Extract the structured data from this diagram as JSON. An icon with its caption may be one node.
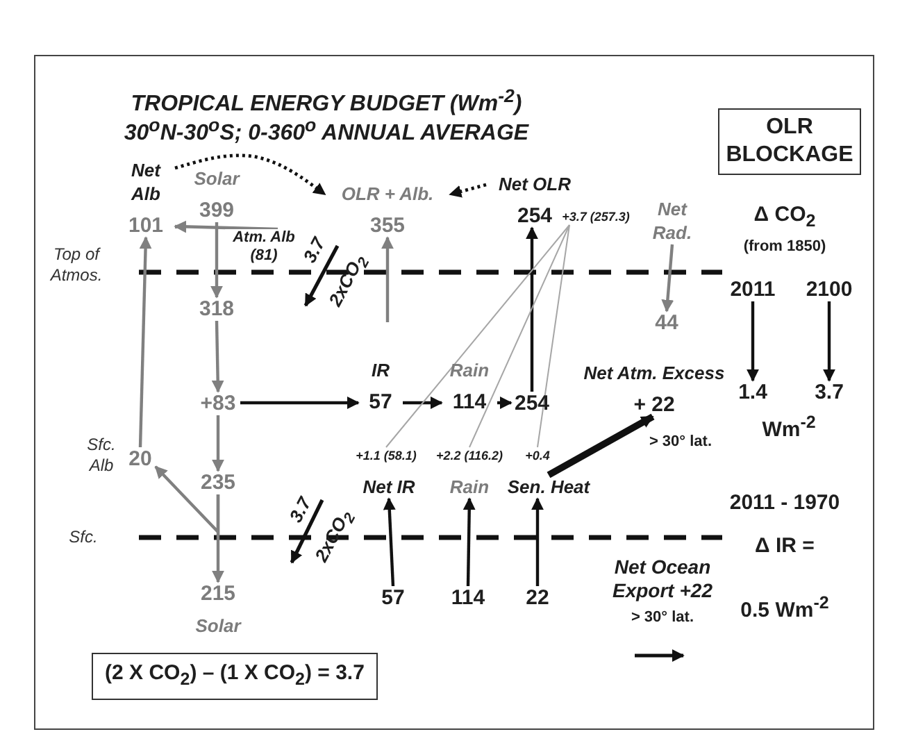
{
  "diagram": {
    "title": "TROPICAL ENERGY BUDGET (Wm$^{-2}$)",
    "nodes": [
      {
        "text": [
          "Net Alb",
          "101"
        ]
      },
      {
        "text": [
          "Solar",
          "399"
        ]
      },
      {
        "text": [
          "Atm. Alb (81)"
        ]
      },
      {
        "text": [
          "OLR + Alb.",
          "355"
        ]
      },
      {
        "text": [
          "Net OLR",
          "254"
        ]
      },
      {
        "text": [
          "+3.7 (257.3)"
        ]
      },
      {
        "text": [
          "Net Rad."
        ]
      },
      {
        "text": [
          "44"
        ]
      },
      {
        "text": [
          "318"
        ]
      },
      {
        "text": [
          "IR",
          "57"
        ]
      },
      {
        "text": [
          "Rain",
          "114"
        ]
      },
      {
        "text": [
          "254"
        ]
      },
      {
        "text": [
          "Net Atm. Excess",
          "+ 22"
        ],
        "beside": [
          "> 30° lat."
        ]
      },
      {
        "text": [
          "+83"
        ]
      },
      {
        "text": [
          "20"
        ],
        "beside": [
          "Sfc. Alb"
        ]
      },
      {
        "text": [
          "235"
        ]
      },
      {
        "text": [
          "+1.1 (58.1)"
        ]
      },
      {
        "text": [
          "+2.2 (116.2)"
        ]
      },
      {
        "text": [
          "+0.4"
        ]
      },
      {
        "text": [
          "Net IR"
        ]
      },
      {
        "text": [
          "Rain"
        ]
      },
      {
        "text": [
          "Sen. Heat"
        ]
      },
      {
        "text": [
          "215",
          "Solar"
        ]
      },
      {
        "text": [
          "57"
        ]
      },
      {
        "text": [
          "114"
        ]
      },
      {
        "text": [
          "22"
        ]
      },
      {
        "text": [
          "OLR BLOCKAGE"
        ]
      },
      {
        "text": [
          "2011"
        ]
      },
      {
        "text": [
          "2100"
        ]
      },
      {
        "text": [
          "1.4"
        ]
      },
      {
        "text": [
          "3.7"
        ]
      },
      {
        "text": [
          "(2 X CO$_{2}$) – (1 X CO$_{2}$) = 3.7"
        ]
      }
    ],
    "edges": [
      {
        "from": 0,
        "to": 3,
        "arrow": "to",
        "style": "dashed"
      },
      {
        "from": 4,
        "to": 3,
        "arrow": "to",
        "style": "dashed"
      },
      {
        "from": 2,
        "to": 0,
        "arrow": "to",
        "color": "#808080"
      },
      {
        "from": 1,
        "to": 8,
        "arrow": "to",
        "color": "#808080"
      },
      {
        "from": 8,
        "to": 13,
        "arrow": "to",
        "color": "#808080"
      },
      {
        "from": 13,
        "to": 15,
        "arrow": "to",
        "color": "#808080"
      },
      {
        "from": 15,
        "to": 22,
        "arrow": "to",
        "color": "#808080"
      },
      {
        "from": 15,
        "to": 14,
        "arrow": "to",
        "color": "#808080"
      },
      {
        "from": 14,
        "to": 0,
        "arrow": "to",
        "color": "#808080"
      },
      {
        "from": null,
        "to": 3,
        "arrow": "to",
        "color": "#808080"
      },
      {
        "from": 13,
        "to": 9,
        "arrow": "to"
      },
      {
        "from": 9,
        "to": 10,
        "arrow": "to"
      },
      {
        "from": 10,
        "to": 11,
        "arrow": "to"
      },
      {
        "from": 11,
        "to": 4,
        "arrow": "to"
      },
      {
        "from": 6,
        "to": 7,
        "arrow": "to",
        "color": "#808080"
      },
      {
        "from": 16,
        "to": 5,
        "arrow": "none",
        "color": "#a6a6a6"
      },
      {
        "from": 17,
        "to": 5,
        "arrow": "none",
        "color": "#a6a6a6"
      },
      {
        "from": 18,
        "to": 5,
        "arrow": "none",
        "color": "#a6a6a6"
      },
      {
        "from": 23,
        "to": 19,
        "arrow": "to"
      },
      {
        "from": 24,
        "to": 20,
        "arrow": "to"
      },
      {
        "from": 25,
        "to": 21,
        "arrow": "to"
      },
      {
        "from": 21,
        "to": 12,
        "arrow": "to",
        "style": "thick"
      },
      {
        "from": 27,
        "to": 29,
        "arrow": "to"
      },
      {
        "from": 28,
        "to": 30,
        "arrow": "to"
      }
    ],
    "labels": [
      "30$^{o}$N-30$^{o}$S; 0-360$^{o}$ ANNUAL AVERAGE",
      "Δ CO$_{2}$",
      "(from 1850)",
      "Top of Atmos.",
      "3.7",
      "2xCO$_{2}$",
      "Wm$^{-2}$",
      "Sfc.",
      "3.7",
      "2xCO$_{2}$",
      "2011 - 1970",
      "Δ IR =",
      "Net Ocean Export +22",
      "> 30° lat.",
      "0.5 Wm$^{-2}$"
    ]
  }
}
